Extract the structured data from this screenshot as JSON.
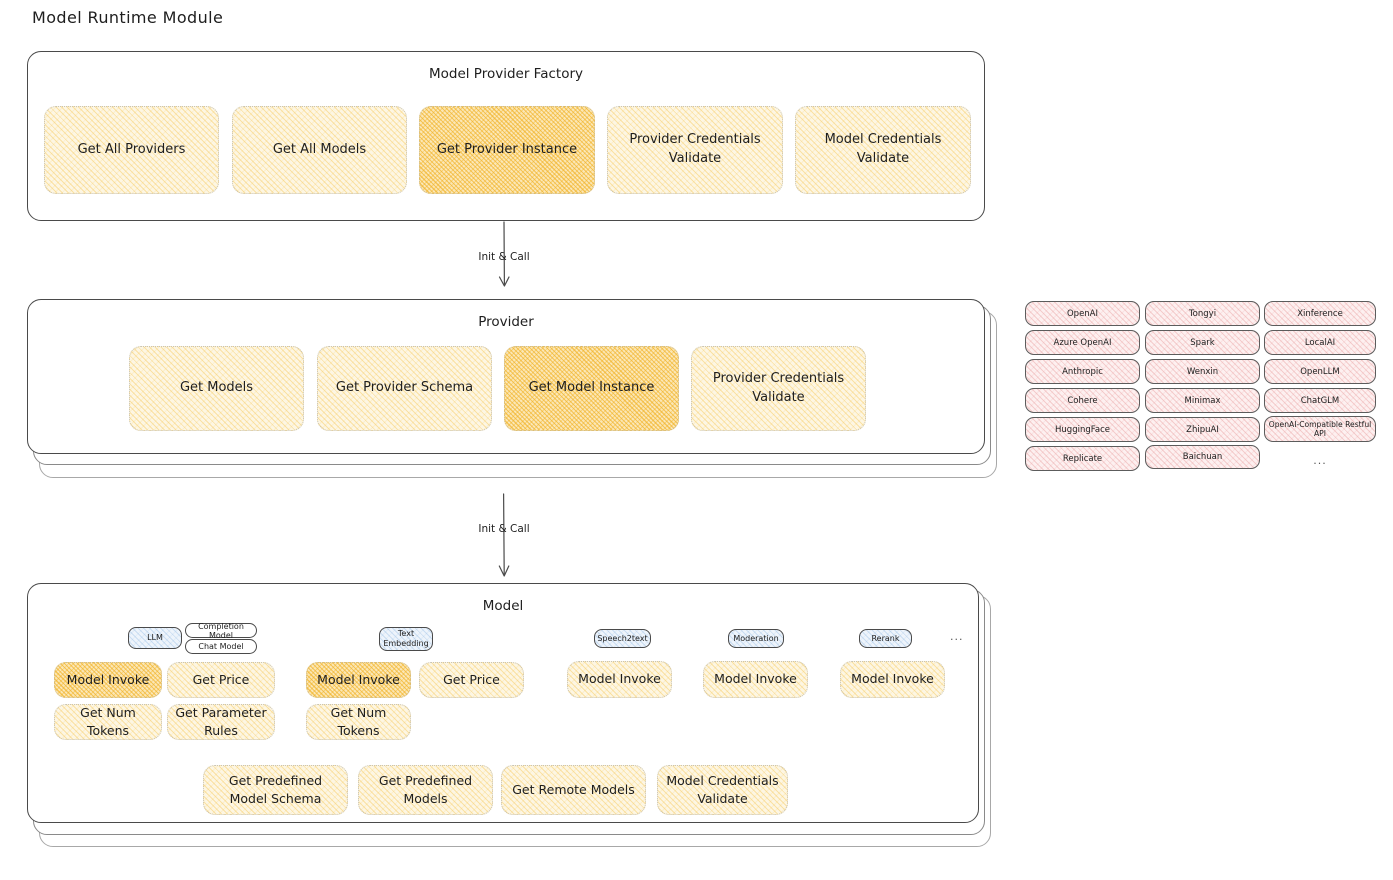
{
  "title": "Model Runtime Module",
  "factory": {
    "title": "Model Provider Factory",
    "items": [
      {
        "label": "Get All Providers",
        "highlight": false
      },
      {
        "label": "Get All Models",
        "highlight": false
      },
      {
        "label": "Get Provider Instance",
        "highlight": true
      },
      {
        "label": "Provider Credentials Validate",
        "highlight": false
      },
      {
        "label": "Model Credentials Validate",
        "highlight": false
      }
    ]
  },
  "arrow1": {
    "label": "Init & Call"
  },
  "provider": {
    "title": "Provider",
    "items": [
      {
        "label": "Get Models",
        "highlight": false
      },
      {
        "label": "Get Provider Schema",
        "highlight": false
      },
      {
        "label": "Get Model Instance",
        "highlight": true
      },
      {
        "label": "Provider Credentials Validate",
        "highlight": false
      }
    ]
  },
  "arrow2": {
    "label": "Init & Call"
  },
  "provider_list": {
    "columns": [
      [
        "OpenAI",
        "Azure OpenAI",
        "Anthropic",
        "Cohere",
        "HuggingFace",
        "Replicate"
      ],
      [
        "Tongyi",
        "Spark",
        "Wenxin",
        "Minimax",
        "ZhipuAI",
        "Baichuan"
      ],
      [
        "Xinference",
        "LocalAI",
        "OpenLLM",
        "ChatGLM",
        "OpenAI-Compatible Restful API"
      ]
    ],
    "ellipsis": "..."
  },
  "model": {
    "title": "Model",
    "ellipsis": "...",
    "types": [
      {
        "badge": "LLM",
        "badge_style": "blue",
        "sub_badges": [
          "Completion Model",
          "Chat Model"
        ],
        "methods": [
          {
            "label": "Model Invoke",
            "highlight": true
          },
          {
            "label": "Get Price",
            "highlight": false
          },
          {
            "label": "Get Num Tokens",
            "highlight": false
          },
          {
            "label": "Get Parameter Rules",
            "highlight": false
          }
        ]
      },
      {
        "badge": "Text Embedding",
        "badge_style": "blue",
        "sub_badges": [],
        "methods": [
          {
            "label": "Model Invoke",
            "highlight": true
          },
          {
            "label": "Get Price",
            "highlight": false
          },
          {
            "label": "Get Num Tokens",
            "highlight": false
          }
        ]
      },
      {
        "badge": "Speech2text",
        "badge_style": "blue",
        "sub_badges": [],
        "methods": [
          {
            "label": "Model Invoke",
            "highlight": false
          }
        ]
      },
      {
        "badge": "Moderation",
        "badge_style": "blue",
        "sub_badges": [],
        "methods": [
          {
            "label": "Model Invoke",
            "highlight": false
          }
        ]
      },
      {
        "badge": "Rerank",
        "badge_style": "blue",
        "sub_badges": [],
        "methods": [
          {
            "label": "Model Invoke",
            "highlight": false
          }
        ]
      }
    ],
    "common_methods": [
      {
        "label": "Get Predefined Model Schema"
      },
      {
        "label": "Get Predefined Models"
      },
      {
        "label": "Get Remote Models"
      },
      {
        "label": "Model Credentials Validate"
      }
    ]
  },
  "colors": {
    "box_fill": "#fdf6e3",
    "box_highlight_fill": "#fbe7b6",
    "provider_chip_fill": "#fdf0f0",
    "badge_fill": "#eef4fb",
    "stroke": "#1e1e1e"
  }
}
